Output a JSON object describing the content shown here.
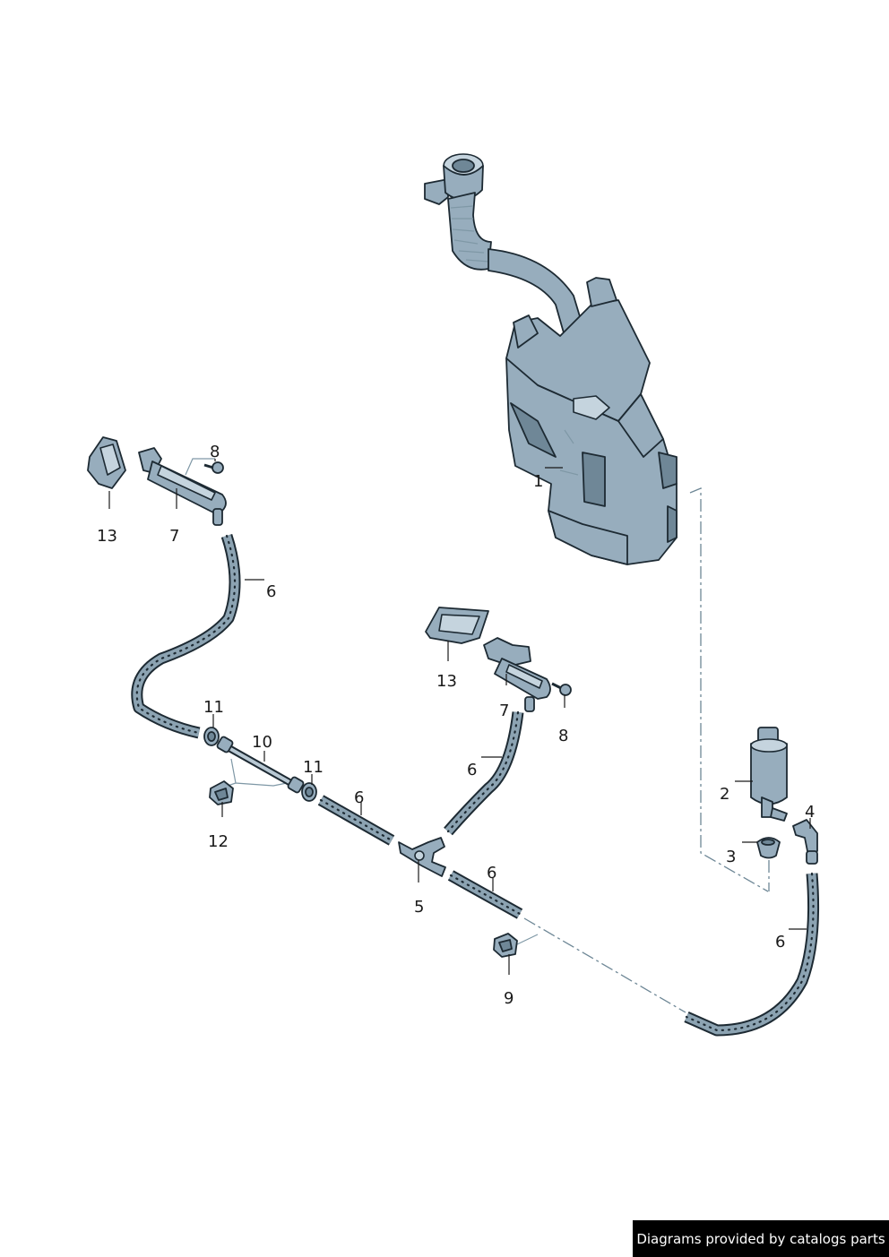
{
  "callouts": {
    "c1": "1",
    "c2": "2",
    "c3": "3",
    "c4": "4",
    "c5": "5",
    "c6a": "6",
    "c6b": "6",
    "c6c": "6",
    "c6d": "6",
    "c6e": "6",
    "c7a": "7",
    "c7b": "7",
    "c8a": "8",
    "c8b": "8",
    "c9": "9",
    "c10": "10",
    "c11a": "11",
    "c11b": "11",
    "c12": "12",
    "c13a": "13",
    "c13b": "13"
  },
  "footer": {
    "watermark": "Diagrams provided by catalogs parts"
  },
  "colors": {
    "part_fill": "#97adbd",
    "part_outline": "#1d2a33",
    "dash_line": "#6e8796"
  }
}
